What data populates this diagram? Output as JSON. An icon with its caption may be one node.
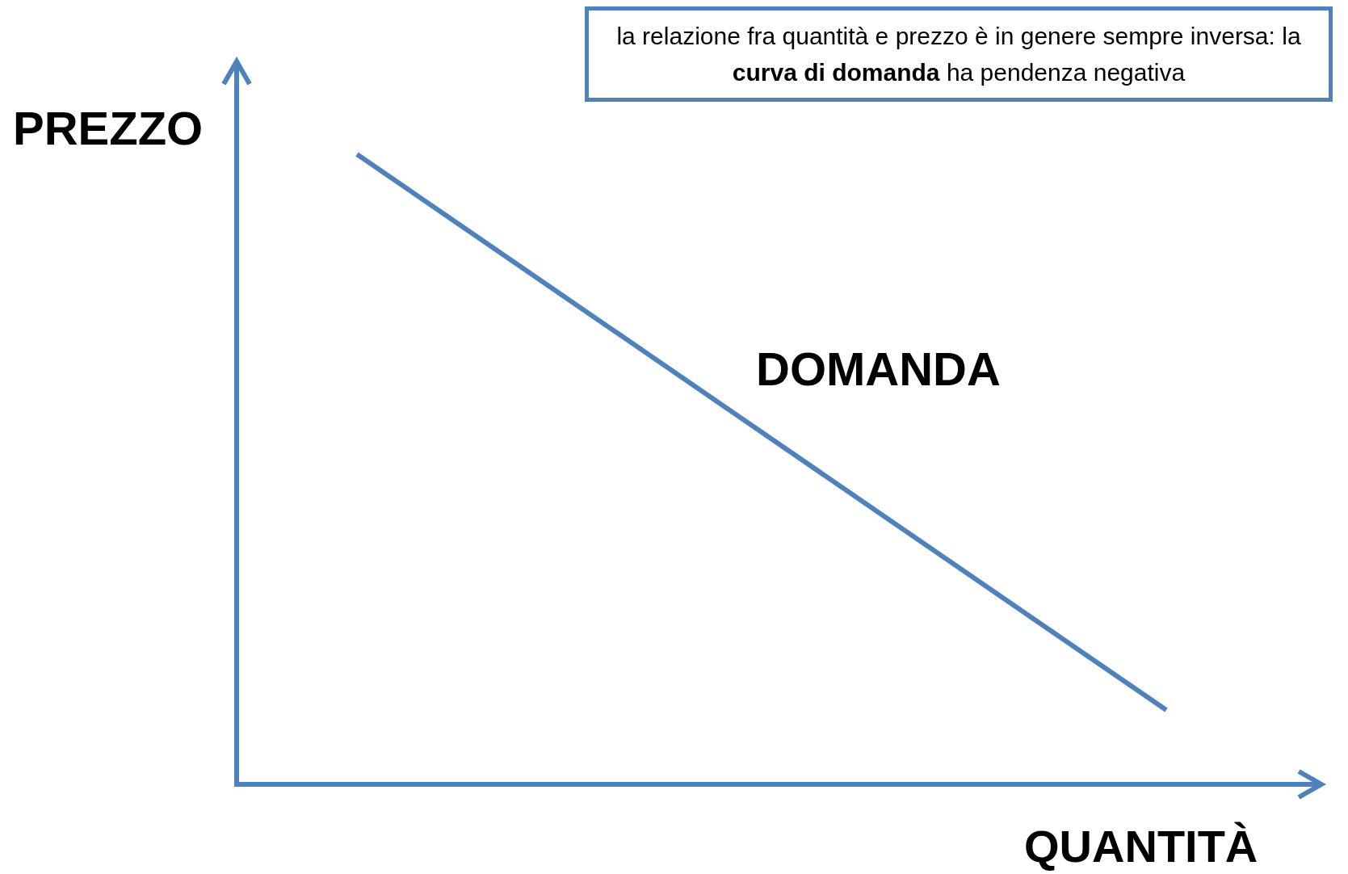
{
  "diagram": {
    "nodes": [
      {
        "text": [
          "la relazione fra quantità e prezzo è in genere sempre inversa: la **curva di domanda** ha pendenza negativa"
        ]
      }
    ],
    "labels": [
      "PREZZO",
      "DOMANDA",
      "QUANTITÀ"
    ]
  }
}
